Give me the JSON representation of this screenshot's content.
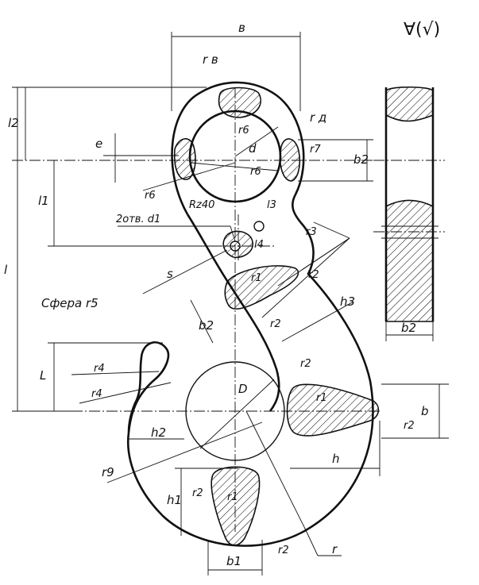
{
  "surface_symbol": "∀(√)",
  "labels": {
    "B": "в",
    "r_v": "r в",
    "r_d": "r д",
    "r6_top": "r6",
    "d": "d",
    "r6_bot": "r6",
    "r6_left": "r6",
    "r7": "r7",
    "l2": "l2",
    "e": "e",
    "l1": "l1",
    "b2_right": "b2",
    "two_holes": "2отв. d1",
    "rz": "Rz40",
    "l3": "l3",
    "l4": "l4",
    "r3": "r3",
    "r1_top": "r1",
    "r2_a": "r2",
    "r2_b": "r2",
    "s": "s",
    "h3": "h3",
    "sphere": "Сфера r5",
    "b2_left": "b2",
    "L": "L",
    "l": "l",
    "r4_a": "r4",
    "r4_b": "r4",
    "D": "D",
    "r2_c": "r2",
    "r1_right": "r1",
    "b": "b",
    "r2_d": "r2",
    "h2": "h2",
    "h": "h",
    "r9": "r9",
    "h1": "h1",
    "r2_e": "r2",
    "r1_bot": "r1",
    "r2_f": "r2",
    "r": "r",
    "b1": "b1",
    "b2_side": "b2"
  }
}
